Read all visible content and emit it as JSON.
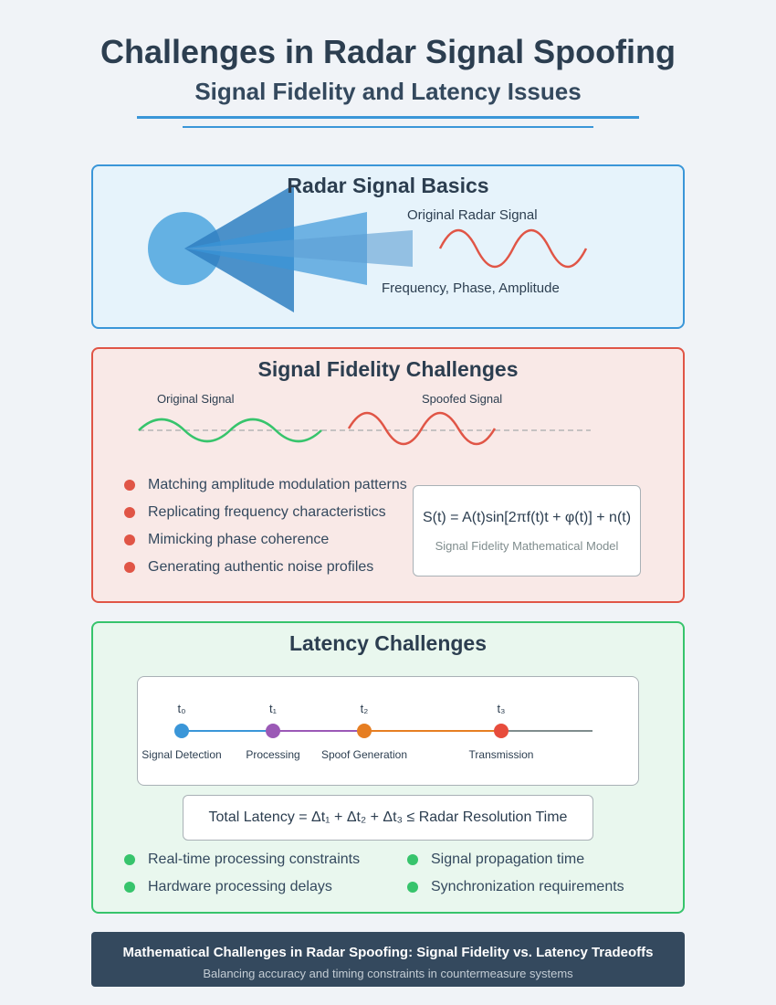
{
  "header": {
    "title": "Challenges in Radar Signal Spoofing",
    "subtitle": "Signal Fidelity and Latency Issues"
  },
  "basics": {
    "title": "Radar Signal Basics",
    "signal_label": "Original Radar Signal",
    "properties_label": "Frequency, Phase, Amplitude"
  },
  "fidelity": {
    "title": "Signal Fidelity Challenges",
    "original_label": "Original Signal",
    "spoofed_label": "Spoofed Signal",
    "bullets": [
      "Matching amplitude modulation patterns",
      "Replicating frequency characteristics",
      "Mimicking phase coherence",
      "Generating authentic noise profiles"
    ],
    "formula": "S(t) = A(t)sin[2πf(t)t + φ(t)] + n(t)",
    "formula_caption": "Signal Fidelity Mathematical Model"
  },
  "latency": {
    "title": "Latency Challenges",
    "timeline": [
      {
        "symbol": "t₀",
        "name": "Signal Detection",
        "color": "#3a96d8"
      },
      {
        "symbol": "t₁",
        "name": "Processing",
        "color": "#9b59b6"
      },
      {
        "symbol": "t₂",
        "name": "Spoof Generation",
        "color": "#e67e22"
      },
      {
        "symbol": "t₃",
        "name": "Transmission",
        "color": "#e74c3c"
      }
    ],
    "formula": "Total Latency = Δt₁ + Δt₂ + Δt₃ ≤ Radar Resolution Time",
    "bullets_left": [
      "Real-time processing constraints",
      "Hardware processing delays"
    ],
    "bullets_right": [
      "Signal propagation time",
      "Synchronization requirements"
    ]
  },
  "footer": {
    "main": "Mathematical Challenges in Radar Spoofing: Signal Fidelity vs. Latency Tradeoffs",
    "sub": "Balancing accuracy and timing constraints in countermeasure systems"
  },
  "colors": {
    "blue": "#3a96d8",
    "red": "#e05546",
    "green": "#37c46c",
    "dark": "#34495e"
  }
}
